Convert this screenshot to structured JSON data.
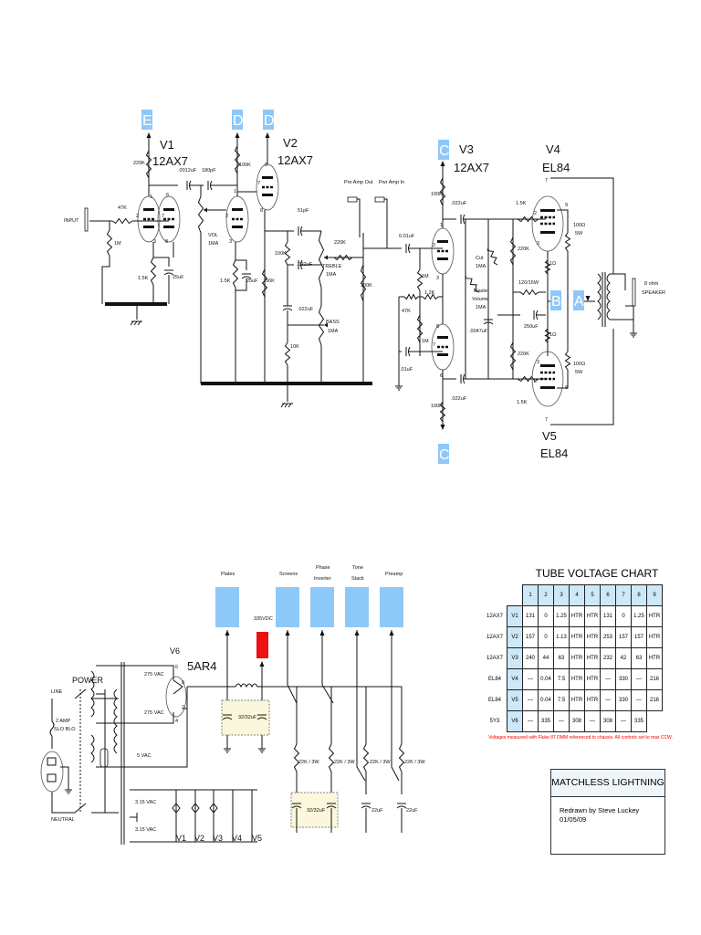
{
  "colors": {
    "connector_box": "#8ec8f8",
    "voltage_box": "#ee1111",
    "filter_box": "#fbf7dc",
    "table_header": "#cde8f8",
    "note": "#ee0000"
  },
  "connectors": {
    "e": "E",
    "d1": "D",
    "d2": "D",
    "c_top": "C",
    "c_bottom": "C",
    "b": "B",
    "a": "A"
  },
  "tubes": {
    "v1": {
      "name": "V1",
      "type": "12AX7"
    },
    "v2": {
      "name": "V2",
      "type": "12AX7"
    },
    "v3": {
      "name": "V3",
      "type": "12AX7"
    },
    "v4": {
      "name": "V4",
      "type": "EL84"
    },
    "v5": {
      "name": "V5",
      "type": "EL84"
    },
    "v6": {
      "name": "V6",
      "type": "5AR4"
    }
  },
  "preamp": {
    "input": "INPUT",
    "r_47k": "47K",
    "r_1m": "1M",
    "r_220k": "220K",
    "c_0012": ".0012uF",
    "c_180pf": "180pF",
    "vol": "VOL",
    "vol_val": "1MA",
    "r_1_5k_a": "1.5K",
    "c_25uf_a": "25uF",
    "r_100k_v2": "100K",
    "r_1_5k_b": "1.5K",
    "c_25uf_b": "25uF",
    "r_56k": "56K",
    "c_51pf": "51pF",
    "r_100k_ts": "100K",
    "c_022_a": ".022uF",
    "treble": "TREBLE",
    "treble_val": "1MA",
    "c_022_b": ".022uF",
    "bass": "BASS",
    "bass_val": "1MA",
    "r_10k": "10K",
    "r_220k_ts": "220K",
    "r_100k_out": "100K",
    "pre_amp_out": "Pre Amp Out",
    "pwr_amp_in": "Pwr Amp In"
  },
  "power_amp": {
    "c_001": "0.01uF",
    "r_100k_top": "100K",
    "c_022_top": ".022uF",
    "r_1m_a": "1M",
    "r_1_2k": "1.2K",
    "r_47k": "47K",
    "r_1m_b": "1M",
    "c_01": ".01uF",
    "cut": "Cut",
    "cut_val": "1MA",
    "master": "Master",
    "master2": "Volume",
    "master_val": "1MA",
    "c_0047": ".0047uF",
    "r_1_5k_top": "1.5K",
    "r_220k_a": "220K",
    "r_120": "120/15W",
    "c_250": "250uF",
    "r_220k_b": "220K",
    "r_1_5k_bot": "1.5K",
    "r_1ohm_a": "1Ω",
    "r_1ohm_b": "1Ω",
    "r_100ohm_a": "100Ω",
    "w_a": "5W",
    "r_100ohm_b": "100Ω",
    "w_b": "5W",
    "r_100k_bot": "100K",
    "c_022_bot": ".022uF",
    "speaker": "8 ohm",
    "speaker2": "SPEAKER"
  },
  "pins": {
    "p1": "1",
    "p2": "2",
    "p3": "3",
    "p6": "6",
    "p7": "7",
    "p8": "8",
    "p9": "9",
    "p4": "4",
    "p5": "5"
  },
  "power_supply": {
    "power": "POWER",
    "line": "LINE",
    "fuse": "2 AMP",
    "fuse2": "SLO BLO",
    "neutral": "NEUTRAL",
    "hv_a": "275 VAC",
    "hv_b": "275 VAC",
    "rect_heater": "5 VAC",
    "heater_a": "3.15 VAC",
    "heater_b": "3.15 VAC",
    "heater_tubes": [
      "V1",
      "V2",
      "V3",
      "V4",
      "V5"
    ],
    "filter_a": "32/32uF",
    "filter_b": "32/32uF",
    "c_22_a": "22uF",
    "c_22_b": "22uF",
    "dropping": [
      "22K / 3W",
      "22K / 3W",
      "22K / 3W",
      "22K / 3W"
    ],
    "b_plus": "335VDC",
    "taps": {
      "plates": "Plates",
      "screens": "Screens",
      "phase": "Phase",
      "phase2": "Inverter",
      "tone": "Tone",
      "tone2": "Stack",
      "preamp": "Preamp"
    }
  },
  "voltage_chart": {
    "title": "TUBE VOLTAGE CHART",
    "pins": [
      "1",
      "2",
      "3",
      "4",
      "5",
      "6",
      "7",
      "8",
      "9"
    ],
    "rows": [
      {
        "type": "12AX7",
        "tube": "V1",
        "values": [
          "131",
          "0",
          "1.25",
          "HTR",
          "HTR",
          "131",
          "0",
          "1.25",
          "HTR"
        ]
      },
      {
        "type": "12AX7",
        "tube": "V2",
        "values": [
          "157",
          "0",
          "1.13",
          "HTR",
          "HTR",
          "253",
          "157",
          "157",
          "HTR"
        ]
      },
      {
        "type": "12AX7",
        "tube": "V3",
        "values": [
          "240",
          "44",
          "63",
          "HTR",
          "HTR",
          "232",
          "42",
          "63",
          "HTR"
        ]
      },
      {
        "type": "EL84",
        "tube": "V4",
        "values": [
          "—",
          "0.04",
          "7.5",
          "HTR",
          "HTR",
          "—",
          "330",
          "—",
          "216"
        ]
      },
      {
        "type": "EL84",
        "tube": "V5",
        "values": [
          "—",
          "0.04",
          "7.5",
          "HTR",
          "HTR",
          "—",
          "330",
          "—",
          "216"
        ]
      },
      {
        "type": "5Y3",
        "tube": "V6",
        "values": [
          "—",
          "335",
          "—",
          "308",
          "—",
          "308",
          "—",
          "335",
          ""
        ]
      }
    ],
    "note": "Voltages measured with Fluke 87 DMM referenced to chassis. All controls set to max CCW."
  },
  "title_block": {
    "title": "MATCHLESS LIGHTNING",
    "credit": "Redrawn by Steve Luckey",
    "date": "01/05/09"
  }
}
